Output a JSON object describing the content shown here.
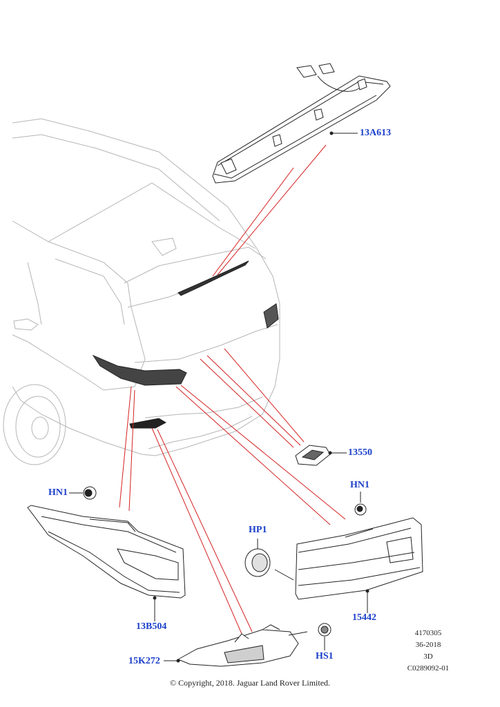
{
  "callouts": {
    "c_13A613": "13A613",
    "c_13550": "13550",
    "c_HN1_left": "HN1",
    "c_HN1_right": "HN1",
    "c_HP1": "HP1",
    "c_13B504": "13B504",
    "c_15442": "15442",
    "c_15K272": "15K272",
    "c_HS1": "HS1"
  },
  "meta": {
    "line1": "4170305",
    "line2": "36-2018",
    "line3": "3D",
    "line4": "C0289092-01"
  },
  "footer": {
    "copyright": "© Copyright, 2018. Jaguar Land Rover Limited."
  },
  "colors": {
    "callout": "#1a3fc9",
    "leader": "#d42020",
    "outline": "#222222",
    "ghost": "#b5b5b5"
  }
}
